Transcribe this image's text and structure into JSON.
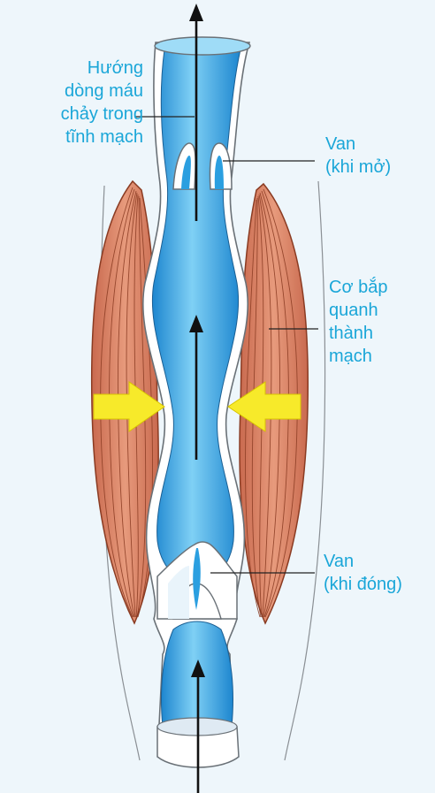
{
  "labels": {
    "flow_direction": "Hướng\ndòng máu\nchảy trong\ntĩnh mạch",
    "valve_open": "Van\n(khi mở)",
    "muscle": "Cơ bắp\nquanh\nthành\nmạch",
    "valve_closed": "Van\n(khi đóng)"
  },
  "colors": {
    "background": "#eef6fb",
    "label_text": "#1aa6d8",
    "vein_fill": "#2b9fe0",
    "vein_light": "#7fd0f5",
    "vein_wall": "#ffffff",
    "muscle_fill": "#d9826a",
    "muscle_line": "#8a3b22",
    "pressure_arrow": "#f7ea2a",
    "flow_arrow": "#111111"
  },
  "icons": {
    "flow_arrow": "arrow-up-icon",
    "pressure_arrow_left": "arrow-right-icon",
    "pressure_arrow_right": "arrow-left-icon"
  }
}
